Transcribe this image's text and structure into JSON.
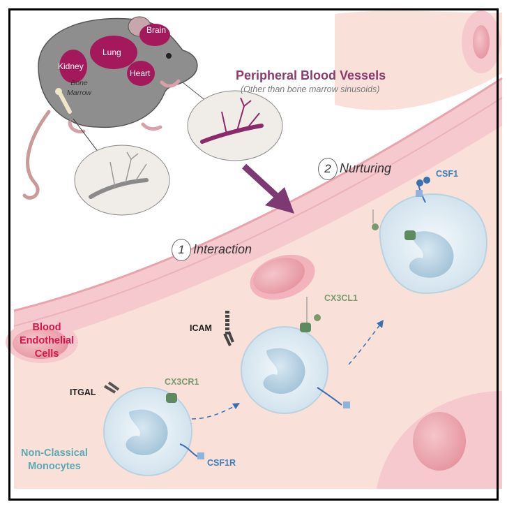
{
  "organs": {
    "brain": "Brain",
    "lung": "Lung",
    "kidney": "Kidney",
    "heart": "Heart",
    "bone_marrow": [
      "Bone",
      "Marrow"
    ]
  },
  "title": "Peripheral Blood Vessels",
  "subtitle": "(Other than bone marrow sinusoids)",
  "steps": [
    {
      "num": "1",
      "label": "Interaction"
    },
    {
      "num": "2",
      "label": "Nurturing"
    }
  ],
  "molecules": {
    "csf1": "CSF1",
    "cx3cl1": "CX3CL1",
    "icam": "ICAM",
    "cx3cr1": "CX3CR1",
    "itgal": "ITGAL",
    "csf1r": "CSF1R"
  },
  "cell_labels": {
    "endothelial": [
      "Blood",
      "Endothelial",
      "Cells"
    ],
    "monocytes": [
      "Non-Classical",
      "Monocytes"
    ]
  },
  "colors": {
    "border": "#000000",
    "mouse": "#8e8e8e",
    "organ": "#a3195b",
    "vessel": "#8b2a6a",
    "endothelium": "#f6c9cf",
    "lumen": "#f9e0d8",
    "monocyte": "#dbeaf2",
    "arrow": "#7d3a72"
  }
}
